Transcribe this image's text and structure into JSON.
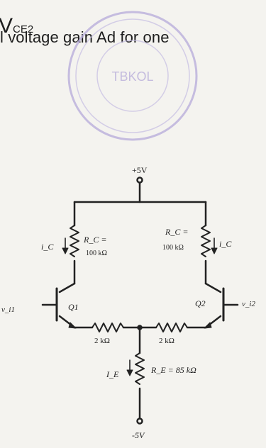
{
  "header": {
    "vce2_prefix": "V",
    "vce2_sub": "CE2",
    "gain_line": "l voltage gain Ad for one"
  },
  "stamp": {
    "center_text": "TBKOL"
  },
  "circuit": {
    "supply_pos": "+5V",
    "supply_neg": "-5V",
    "rc_left_label": "R_C =",
    "rc_left_value": "100 kΩ",
    "rc_right_label": "R_C =",
    "rc_right_value": "100 kΩ",
    "ic_left_label": "i_C",
    "ic_right_label": "i_C",
    "q1_label": "Q1",
    "q2_label": "Q2",
    "re_left_value": "2 kΩ",
    "re_right_value": "2 kΩ",
    "ree_label": "R_E = 85 kΩ",
    "ie_label": "I_E",
    "vin1_label": "v_i1",
    "vin2_label": "v_i2"
  },
  "colors": {
    "ink": "#222222",
    "stamp": "#b9aedb",
    "paper": "#f4f3ef"
  }
}
